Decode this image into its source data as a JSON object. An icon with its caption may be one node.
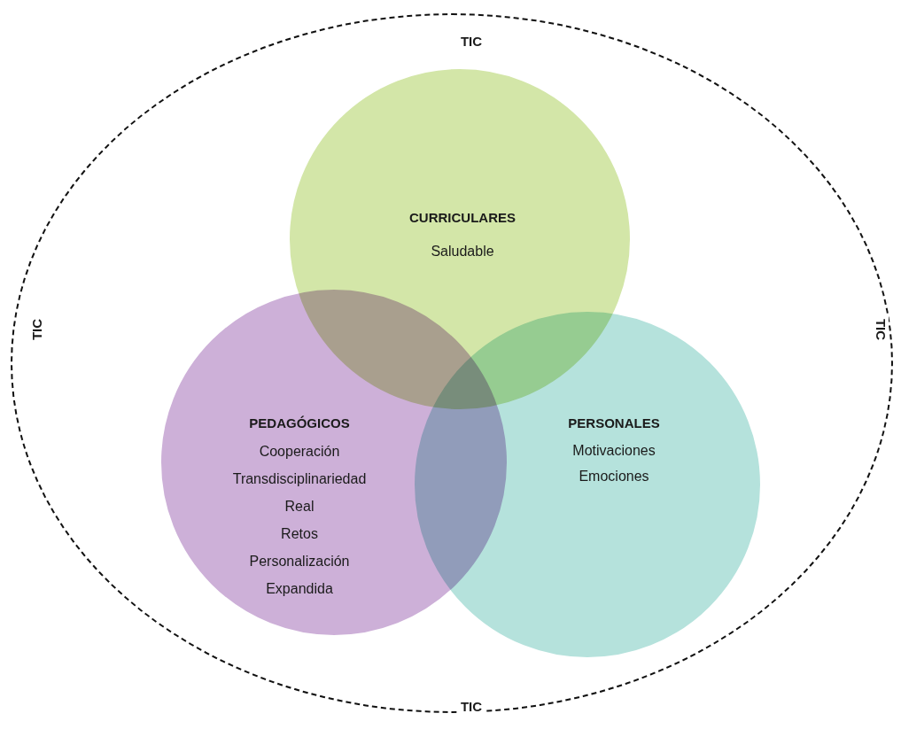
{
  "diagram": {
    "nodes": [
      {
        "text": [
          "TIC",
          "TIC",
          "TIC",
          "TIC"
        ]
      },
      {
        "text": [
          "CURRICULARES",
          "Saludable"
        ],
        "in": 0
      },
      {
        "text": [
          "PEDAGÓGICOS",
          "Cooperación",
          "Transdisciplinariedad",
          "Real",
          "Retos",
          "Personalización",
          "Expandida"
        ],
        "in": 0
      },
      {
        "text": [
          "PERSONALES",
          "Motivaciones",
          "Emociones"
        ],
        "in": 0
      }
    ]
  }
}
